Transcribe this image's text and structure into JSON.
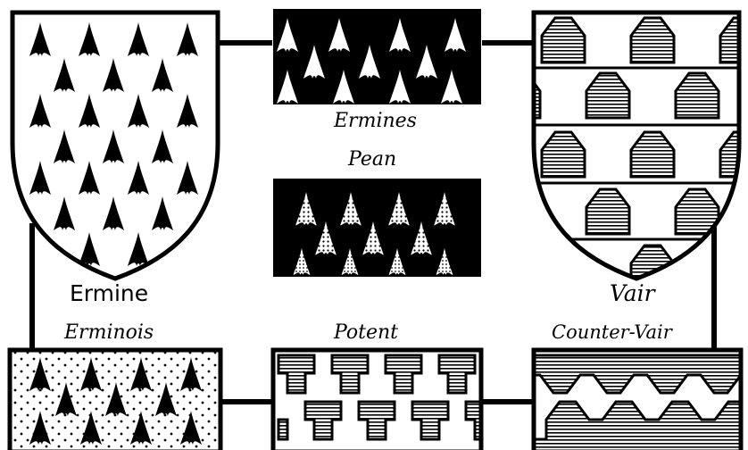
{
  "furs": {
    "ermine": "Ermine",
    "ermines": "Ermines",
    "pean": "Pean",
    "vair": "Vair",
    "erminois": "Erminois",
    "potent": "Potent",
    "counter_vair": "Counter-Vair"
  },
  "colors": {
    "ink": "#000000",
    "field": "#ffffff"
  }
}
